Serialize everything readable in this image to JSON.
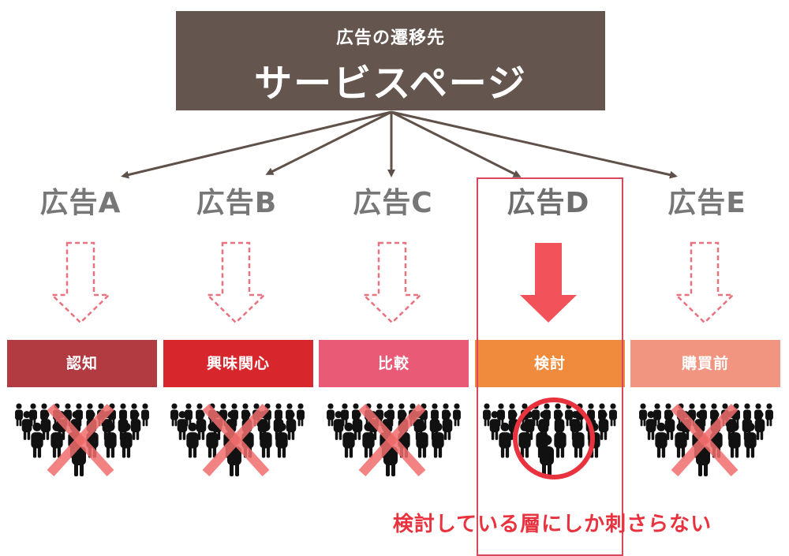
{
  "header": {
    "subtitle": "広告の遷移先",
    "title": "サービスページ"
  },
  "columns": [
    {
      "ad_label": "広告A",
      "stage_label": "認知",
      "stage_color": "#b13b41",
      "status": "excluded"
    },
    {
      "ad_label": "広告B",
      "stage_label": "興味関心",
      "stage_color": "#d7262c",
      "status": "excluded"
    },
    {
      "ad_label": "広告C",
      "stage_label": "比較",
      "stage_color": "#e85a75",
      "status": "excluded"
    },
    {
      "ad_label": "広告D",
      "stage_label": "検討",
      "stage_color": "#f08a3c",
      "status": "targeted"
    },
    {
      "ad_label": "広告E",
      "stage_label": "購買前",
      "stage_color": "#f29580",
      "status": "excluded"
    }
  ],
  "caption": "検討している層にしか刺さらない",
  "colors": {
    "header_bg": "#64554f",
    "connector": "#5f504a",
    "dashed_arrow": "#e8727f",
    "active_arrow": "#f2525a",
    "cross": "#f26d6d",
    "circle": "#e8333f",
    "highlight": "#d9485a",
    "people": "#111111"
  }
}
